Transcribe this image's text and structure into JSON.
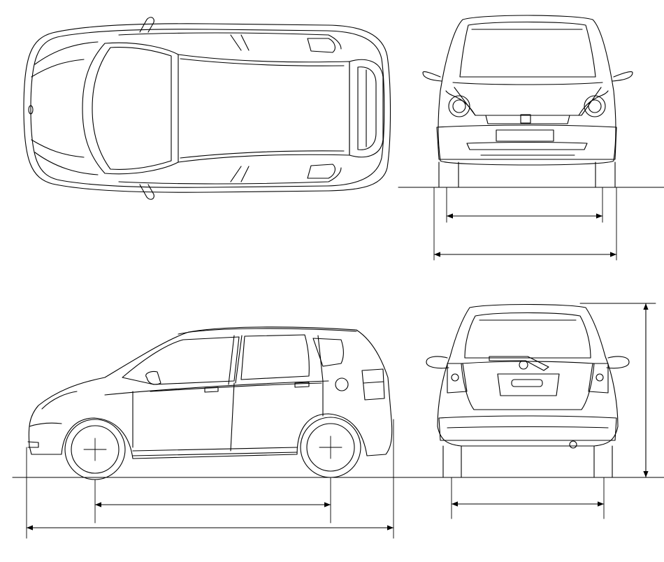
{
  "drawing": {
    "views": [
      "top-view",
      "front-view",
      "side-view",
      "rear-view"
    ],
    "line_color": "#000000",
    "background_color": "#ffffff",
    "labels_printed": false
  }
}
